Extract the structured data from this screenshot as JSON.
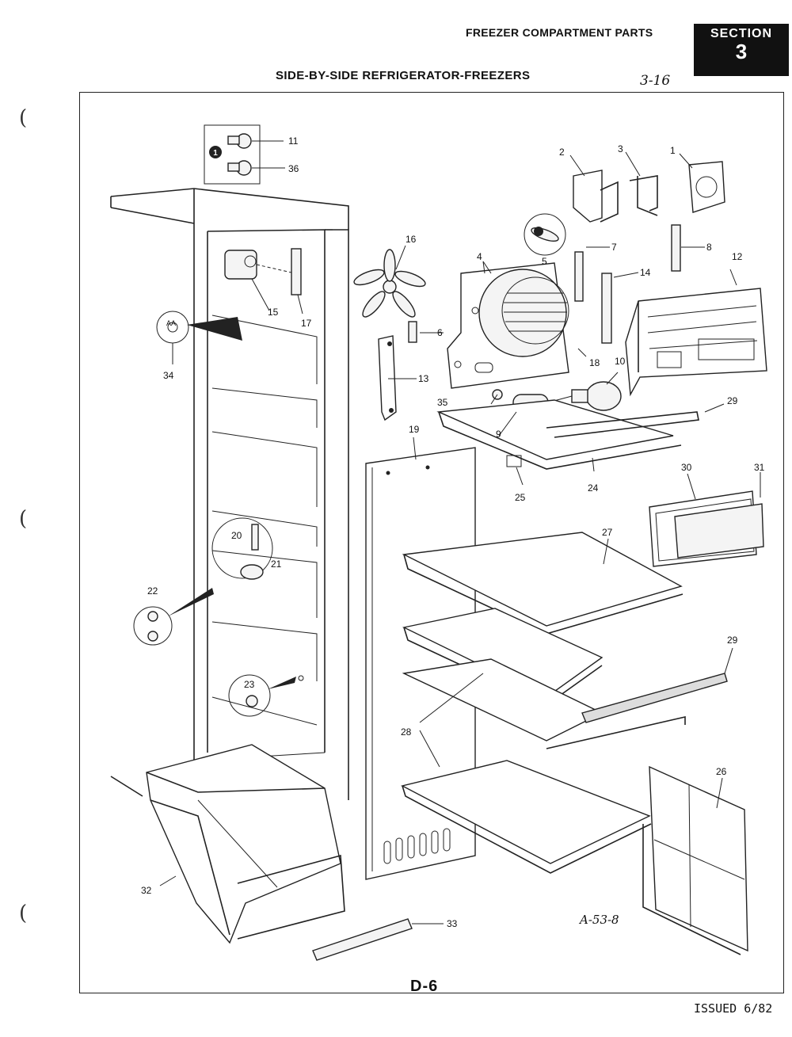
{
  "header": {
    "title": "FREEZER COMPARTMENT PARTS",
    "section_label": "SECTION",
    "section_number": "3",
    "subtitle": "SIDE-BY-SIDE REFRIGERATOR-FREEZERS",
    "handwritten_page": "3-16"
  },
  "footer": {
    "diagram_code": "D-6",
    "issued": "ISSUED 6/82",
    "handwritten_ref": "A-53-8"
  },
  "callouts": {
    "p1": "1",
    "p2": "2",
    "p3": "3",
    "p4": "4",
    "p5": "5",
    "p6": "6",
    "p7": "7",
    "p8": "8",
    "p9": "9",
    "p10": "10",
    "p11": "11",
    "p12": "12",
    "p13": "13",
    "p14": "14",
    "p15": "15",
    "p16": "16",
    "p17": "17",
    "p18": "18",
    "p19": "19",
    "p20": "20",
    "p21": "21",
    "p22": "22",
    "p23": "23",
    "p24": "24",
    "p25": "25",
    "p26": "26",
    "p27": "27",
    "p28": "28",
    "p29a": "29",
    "p29b": "29",
    "p30": "30",
    "p31": "31",
    "p32": "32",
    "p33": "33",
    "p34": "34",
    "p35": "35",
    "p36": "36"
  },
  "inset_marker": "1",
  "plug_label": "AA"
}
